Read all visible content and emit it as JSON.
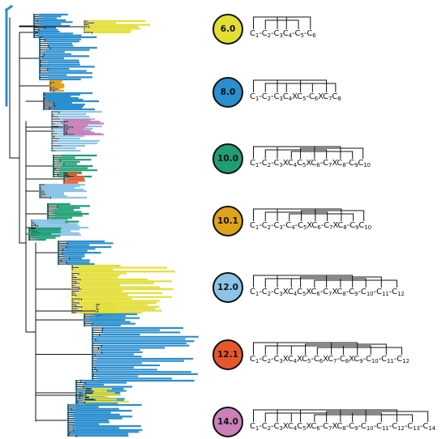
{
  "colors": {
    "6.0": "#e3de35",
    "8.0": "#2b8fcf",
    "10.0": "#1f9e73",
    "10.1": "#e0a21b",
    "12.0": "#8cc4e8",
    "12.1": "#e8572a",
    "14.0": "#cc7fb8",
    "backbone": "#111111"
  },
  "legend": [
    {
      "label": "6.0",
      "color": "#e3de35",
      "atoms": [
        "C1",
        "C2",
        "C3",
        "C4",
        "C5",
        "C6"
      ],
      "seps": [
        "-",
        "-",
        "",
        "-",
        "-"
      ],
      "bonds": [
        [
          0,
          3
        ],
        [
          1,
          4
        ],
        [
          2,
          5
        ]
      ]
    },
    {
      "label": "8.0",
      "color": "#2b8fcf",
      "atoms": [
        "C1",
        "C2",
        "C3",
        "C4",
        "C5",
        "C6",
        "C7",
        "C8"
      ],
      "seps": [
        "-",
        "-",
        "",
        "X",
        "-",
        "X"
      ],
      "bonds": [
        [
          0,
          4
        ],
        [
          1,
          5
        ],
        [
          2,
          6
        ],
        [
          3,
          7
        ]
      ]
    },
    {
      "label": "10.0",
      "color": "#1f9e73",
      "atoms": [
        "C1",
        "C2",
        "C3",
        "C4",
        "C5",
        "C6",
        "C7",
        "C8",
        "C9",
        "C10"
      ],
      "seps": [
        "-",
        "-",
        "X",
        "",
        "X",
        "-",
        "X",
        "-"
      ],
      "bonds": [
        [
          0,
          5
        ],
        [
          1,
          6
        ],
        [
          2,
          7
        ],
        [
          3,
          8
        ],
        [
          4,
          9
        ]
      ]
    },
    {
      "label": "10.1",
      "color": "#e0a21b",
      "atoms": [
        "C1",
        "C2",
        "C3",
        "C4",
        "C5",
        "C6",
        "C7",
        "C8",
        "C9",
        "C10"
      ],
      "seps": [
        "-",
        "-",
        "-",
        "-",
        "X",
        "-",
        "X",
        "-"
      ],
      "bonds": [
        [
          0,
          5
        ],
        [
          1,
          6
        ],
        [
          2,
          7
        ],
        [
          3,
          8
        ],
        [
          4,
          9
        ]
      ]
    },
    {
      "label": "12.0",
      "color": "#8cc4e8",
      "atoms": [
        "C1",
        "C2",
        "C3",
        "C4",
        "C5",
        "C6",
        "C7",
        "C8",
        "C9",
        "C10",
        "C11",
        "C12"
      ],
      "seps": [
        "-",
        "-",
        "X",
        "",
        "X",
        "-",
        "X",
        "-",
        "-",
        "-",
        "-"
      ],
      "bonds": [
        [
          0,
          6
        ],
        [
          1,
          7
        ],
        [
          2,
          8
        ],
        [
          3,
          9
        ],
        [
          4,
          10
        ],
        [
          5,
          11
        ]
      ]
    },
    {
      "label": "12.1",
      "color": "#e8572a",
      "atoms": [
        "C1",
        "C2",
        "C3",
        "C4",
        "C5",
        "C6",
        "C7",
        "C8",
        "C9",
        "C10",
        "C11",
        "C12"
      ],
      "seps": [
        "-",
        "-",
        "X",
        "X",
        "-",
        "X",
        "-",
        "X",
        "-",
        "-",
        "-"
      ],
      "bonds": [
        [
          0,
          6
        ],
        [
          1,
          7
        ],
        [
          2,
          8
        ],
        [
          3,
          9
        ],
        [
          4,
          10
        ],
        [
          5,
          11
        ]
      ]
    },
    {
      "label": "14.0",
      "color": "#cc7fb8",
      "atoms": [
        "C1",
        "C2",
        "C3",
        "C4",
        "C5",
        "C6",
        "C7",
        "C8",
        "C9",
        "C10",
        "C11",
        "C12",
        "C13",
        "C14"
      ],
      "seps": [
        "-",
        "-",
        "X",
        "",
        "X",
        "-",
        "X",
        "-",
        "-",
        "-",
        "-",
        "-",
        "-"
      ],
      "bonds": [
        [
          0,
          7
        ],
        [
          1,
          8
        ],
        [
          2,
          9
        ],
        [
          3,
          10
        ],
        [
          4,
          11
        ],
        [
          5,
          12
        ],
        [
          6,
          13
        ]
      ]
    }
  ]
}
